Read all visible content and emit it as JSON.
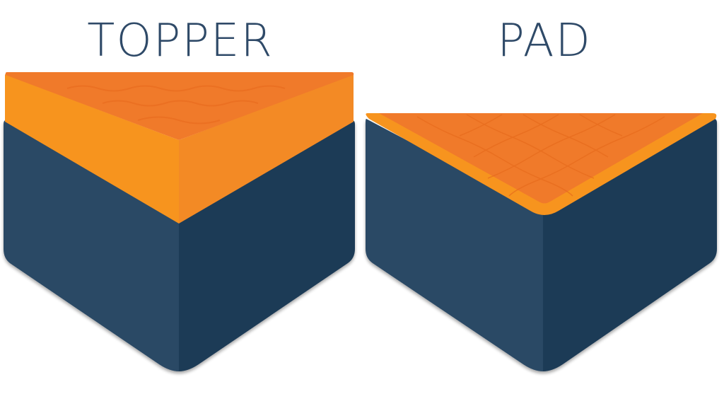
{
  "figure": {
    "items": [
      {
        "label": "TOPPER",
        "description": "thick orange layer on top of navy mattress"
      },
      {
        "label": "PAD",
        "description": "thin orange quilted layer on top of navy mattress"
      }
    ]
  },
  "colors": {
    "label_text": "#2f4a68",
    "orange_top": "#f07a2a",
    "orange_side_left": "#f7941e",
    "orange_side_right": "#f38a25",
    "navy_left": "#2b4865",
    "navy_right": "#1e3a56"
  }
}
